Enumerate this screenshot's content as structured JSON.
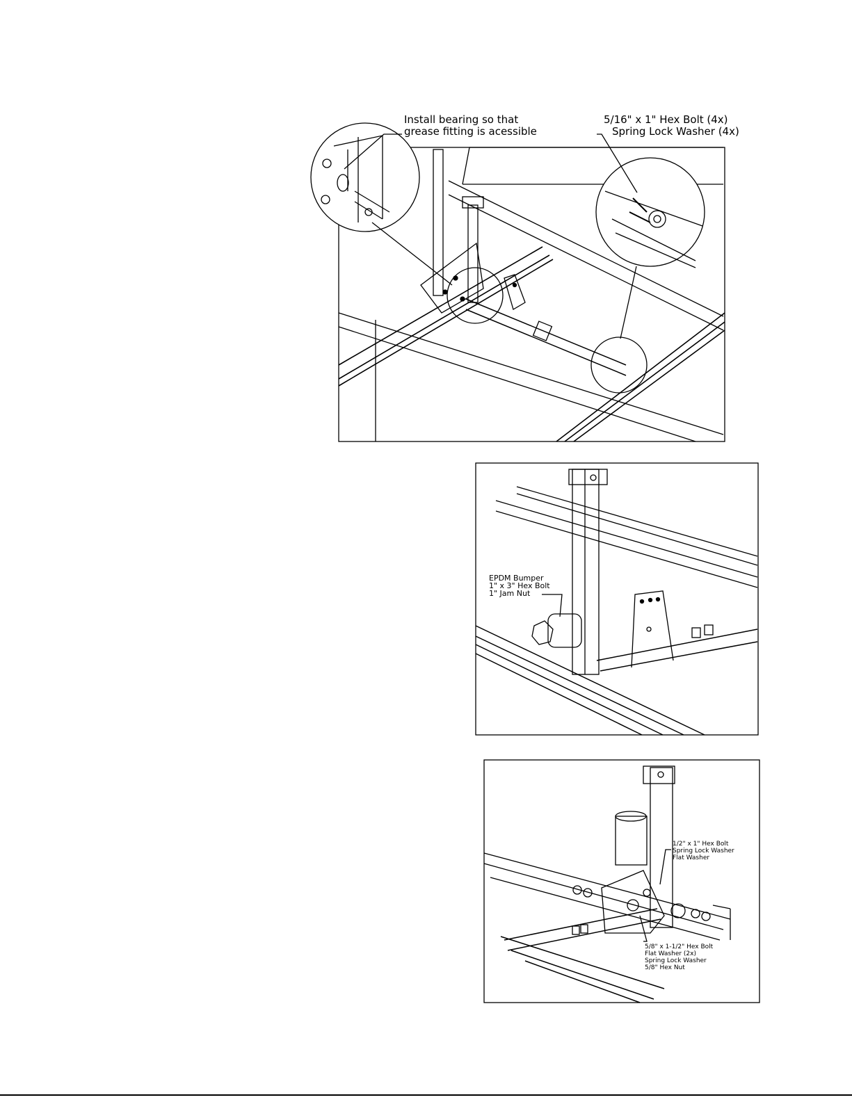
{
  "figure1": {
    "callout_bearing": [
      "Install bearing so that",
      "grease fitting is acessible"
    ],
    "callout_bolt": [
      "5/16\" x 1\" Hex Bolt (4x)",
      "Spring Lock Washer (4x)"
    ]
  },
  "figure2": {
    "callout_bumper": [
      "EPDM Bumper",
      "1\" x 3\" Hex Bolt",
      "1\" Jam Nut"
    ]
  },
  "figure3": {
    "callout_half_bolt": [
      "1/2\" x 1\" Hex Bolt",
      "Spring Lock Washer",
      "Flat Washer"
    ],
    "callout_five_eighth_bolt": [
      "5/8\" x 1-1/2\" Hex Bolt",
      "Flat Washer (2x)",
      "Spring Lock Washer",
      "5/8\" Hex Nut"
    ]
  }
}
